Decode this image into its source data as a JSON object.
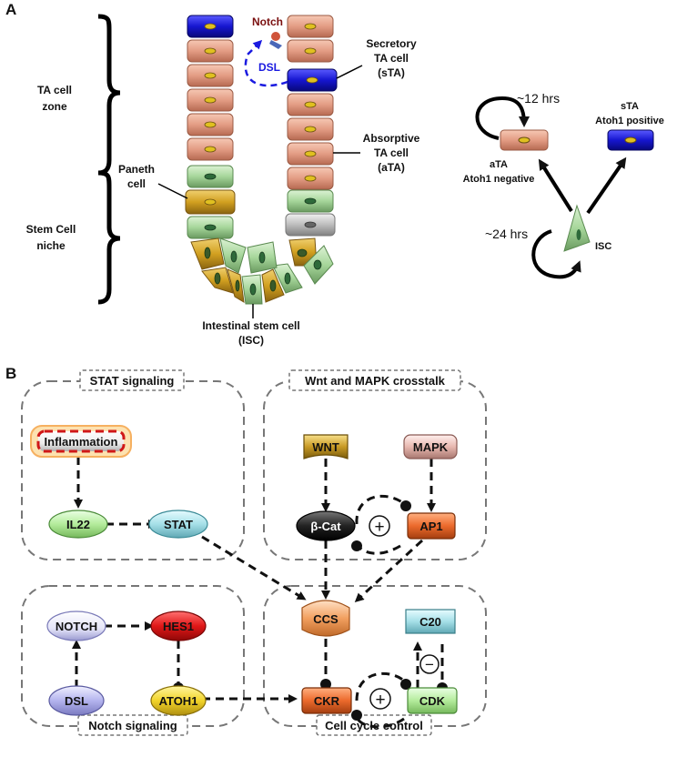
{
  "panel_a": {
    "letter": "A",
    "ta_zone": [
      "TA cell",
      "zone"
    ],
    "stem_niche": [
      "Stem Cell",
      "niche"
    ],
    "paneth": [
      "Paneth",
      "cell"
    ],
    "notch": "Notch",
    "dsl": "DSL",
    "secretory": [
      "Secretory",
      "TA cell",
      "(sTA)"
    ],
    "absorptive": [
      "Absorptive",
      "TA cell",
      "(aTA)"
    ],
    "isc_label": [
      "Intestinal stem cell",
      "(ISC)"
    ],
    "hrs12": "~12 hrs",
    "hrs24": "~24 hrs",
    "ata": [
      "aTA",
      "Atoh1 negative"
    ],
    "sta": [
      "sTA",
      "Atoh1 positive"
    ],
    "isc": "ISC"
  },
  "panel_b": {
    "letter": "B",
    "stat_title": "STAT signaling",
    "wnt_title": "Wnt and MAPK crosstalk",
    "notch_title": "Notch signaling",
    "cell_title": "Cell cycle control",
    "nodes": {
      "inflammation": "Inflammation",
      "il22": "IL22",
      "stat": "STAT",
      "wnt": "WNT",
      "mapk": "MAPK",
      "bcat": "β-Cat",
      "ap1": "AP1",
      "ccs": "CCS",
      "c20": "C20",
      "notch": "NOTCH",
      "hes1": "HES1",
      "dsl": "DSL",
      "atoh1": "ATOH1",
      "ckr": "CKR",
      "cdk": "CDK"
    },
    "plus1": "+",
    "plus2": "+",
    "minus": "−"
  },
  "colors": {
    "absorptive": "#e8a48c",
    "secretory": "#1a1ad8",
    "stem": "#a8d8a0",
    "paneth": "#d4a020",
    "grey": "#b8b8b8"
  }
}
